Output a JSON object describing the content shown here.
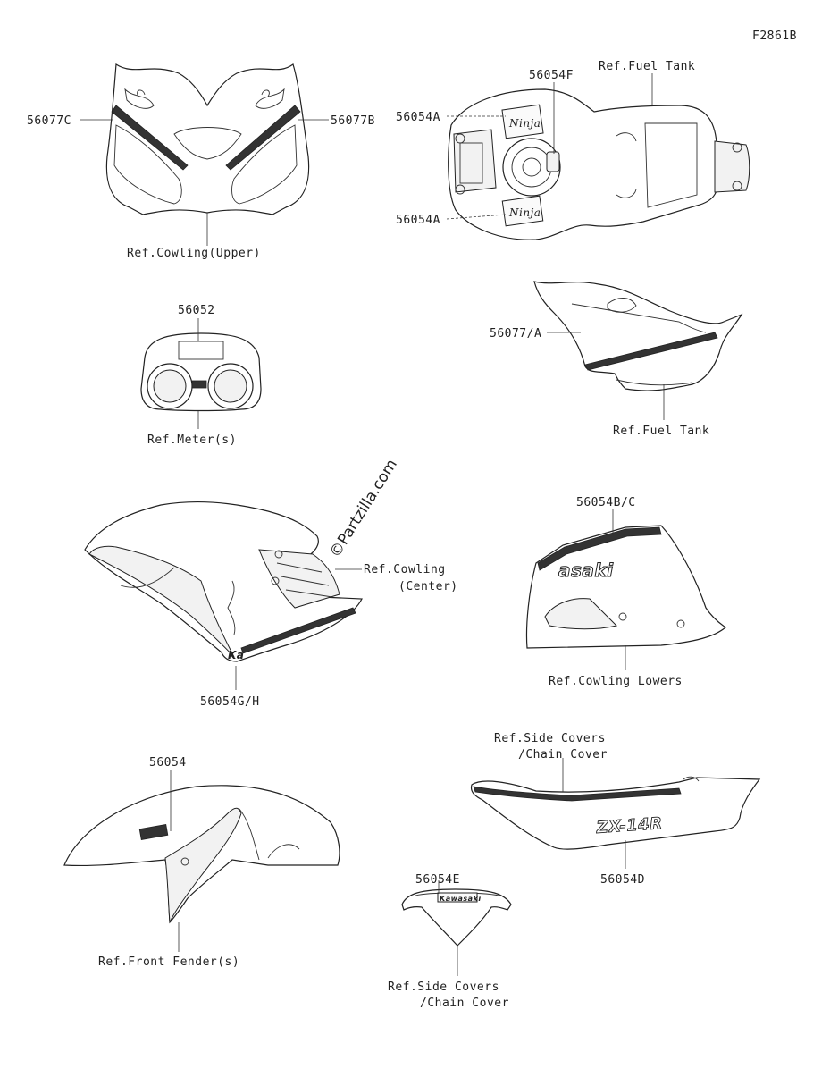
{
  "figure_code": "F2861B",
  "watermark": "©Partzilla.com",
  "labels": {
    "p56077C": "56077C",
    "p56077B": "56077B",
    "ref_cowling_upper": "Ref.Cowling(Upper)",
    "p56054F": "56054F",
    "ref_fuel_tank_top": "Ref.Fuel Tank",
    "p56054A_top": "56054A",
    "p56054A_bottom": "56054A",
    "p56052": "56052",
    "ref_meters": "Ref.Meter(s)",
    "p56077A": "56077/A",
    "ref_fuel_tank_side": "Ref.Fuel Tank",
    "ref_cowling_center_1": "Ref.Cowling",
    "ref_cowling_center_2": "(Center)",
    "p56054GH": "56054G/H",
    "p56054BC": "56054B/C",
    "ref_cowling_lowers": "Ref.Cowling Lowers",
    "p56054": "56054",
    "ref_front_fender": "Ref.Front Fender(s)",
    "ref_side_covers_1": "Ref.Side Covers",
    "ref_side_covers_1b": "/Chain Cover",
    "p56054D": "56054D",
    "p56054E": "56054E",
    "ref_side_covers_2": "Ref.Side Covers",
    "ref_side_covers_2b": "/Chain Cover"
  },
  "decals": {
    "ninja": "Ninja",
    "kawasaki": "Kawasaki",
    "kawasaki_partial": "asaki",
    "zx14r": "ZX-14R",
    "ka": "Ka"
  }
}
